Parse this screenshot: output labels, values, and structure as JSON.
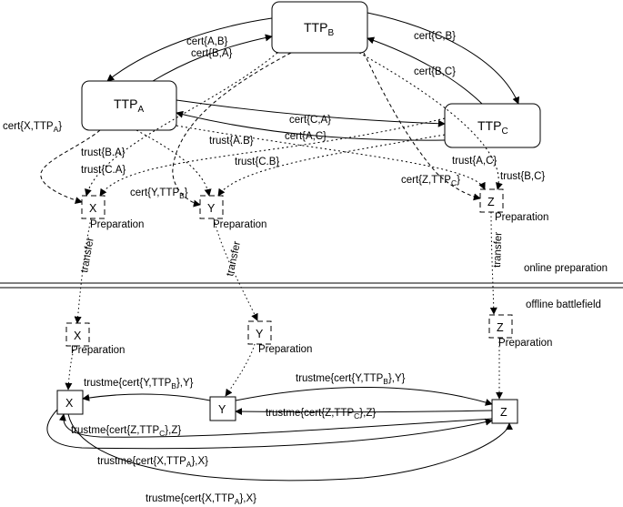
{
  "nodes": {
    "ttp_b": {
      "base": "TTP",
      "sub": "B"
    },
    "ttp_a": {
      "base": "TTP",
      "sub": "A"
    },
    "ttp_c": {
      "base": "TTP",
      "sub": "C"
    },
    "x_prep": "X",
    "y_prep": "Y",
    "z_prep": "Z",
    "x_off": "X",
    "y_off": "Y",
    "z_off": "Z",
    "x": "X",
    "y": "Y",
    "z": "Z"
  },
  "preparation_label": "Preparation",
  "sections": {
    "online": "online preparation",
    "offline": "offline battlefield"
  },
  "edges": {
    "cert_ab": "cert{A,B}",
    "cert_ba": "cert{B,A}",
    "cert_cb": "cert{C,B}",
    "cert_bc": "cert{B,C}",
    "cert_ca": "cert{C,A}",
    "cert_ac": "cert{A,C}",
    "cert_x_pre": "cert{X,TTP",
    "cert_x_sub": "A",
    "cert_x_post": "}",
    "cert_y_pre": "cert{Y,TTP",
    "cert_y_sub": "B",
    "cert_y_post": "}",
    "cert_z_pre": "cert{Z,TTP",
    "cert_z_sub": "C",
    "cert_z_post": "}",
    "trust_ba": "trust{B.A}",
    "trust_ca": "trust{C.A}",
    "trust_ab": "trust{A.B}",
    "trust_cb": "trust{C.B}",
    "trust_ac": "trust{A,C}",
    "trust_bc": "trust{B,C}",
    "transfer": "transfer",
    "tm_xy_pre": "trustme{cert{Y,TTP",
    "tm_xy_sub": "B",
    "tm_xy_post": "},Y}",
    "tm_yz_pre": "trustme{cert{Y,TTP",
    "tm_yz_sub": "B",
    "tm_yz_post": "},Y}",
    "tm_zy_pre": "trustme{cert{Z,TTP",
    "tm_zy_sub": "C",
    "tm_zy_post": "},Z}",
    "tm_zx_pre": "trustme{cert{Z,TTP",
    "tm_zx_sub": "C",
    "tm_zx_post": "},Z}",
    "tm_xz1_pre": "trustme{cert{X,TTP",
    "tm_xz1_sub": "A",
    "tm_xz1_post": "},X}",
    "tm_xz2_pre": "trustme{cert{X,TTP",
    "tm_xz2_sub": "A",
    "tm_xz2_post": "},X}"
  }
}
